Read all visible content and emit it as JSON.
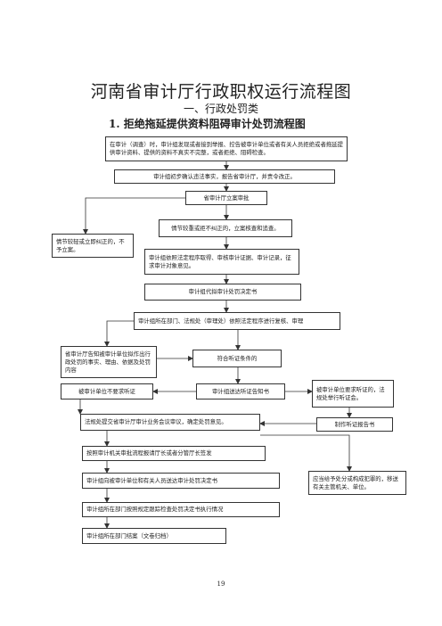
{
  "doc": {
    "title": "河南省审计厅行政职权运行流程图",
    "subtitle": "一、行政处罚类",
    "section_title": "1. 拒绝拖延提供资料阻碍审计处罚流程图",
    "page_number": "19"
  },
  "boxes": {
    "b1": "在审计（调查）时，审计组发现或者接到举报、控告被审计单位或者有关人员拒绝或者拖延提供审计资料、提供的资料不真实不完整，或者拒绝、阻碍检查。",
    "b2": "审计组初步确认违法事实，报告省审计厅，并责令改正。",
    "b3": "省审计厅立案审批",
    "b4": "情节较重或拒不纠正的，立案核查和追查。",
    "b5": "情节较轻或立即纠正的，不予立案。",
    "b6": "审计组依照法定程序取得、审核审计证据、审计记录，征求审计对象意见。",
    "b7": "审计组代拟审计处罚决定书",
    "b8": "审计组所在部门、法规处（审理处）依照法定程序进行复核、审理",
    "b9": "省审计厅告知被审计单位拟作出行政处罚的事实、理由、依据及处罚内容",
    "b10": "符合听证条件的",
    "b11": "被审计单位不要求听证",
    "b12": "审计组送达听证告知书",
    "b13": "被审计单位要求听证的，法规处举行听证会。",
    "b14": "法规处提交省审计厅审计业务会议审议，确定处罚意见。",
    "b15": "制作听证报告书",
    "b16": "按照审计机关审批流程报请厅长或者分管厅长签发",
    "b17": "审计组向被审计单位和有关人员送达审计处罚决定书",
    "b18": "应当给予处分或构成犯罪的，移送有关主管机关、单位。",
    "b19": "审计组所在部门按照规定跟踪检查处罚决定书执行情况",
    "b20": "审计组所在部门结案（文卷归档）"
  }
}
